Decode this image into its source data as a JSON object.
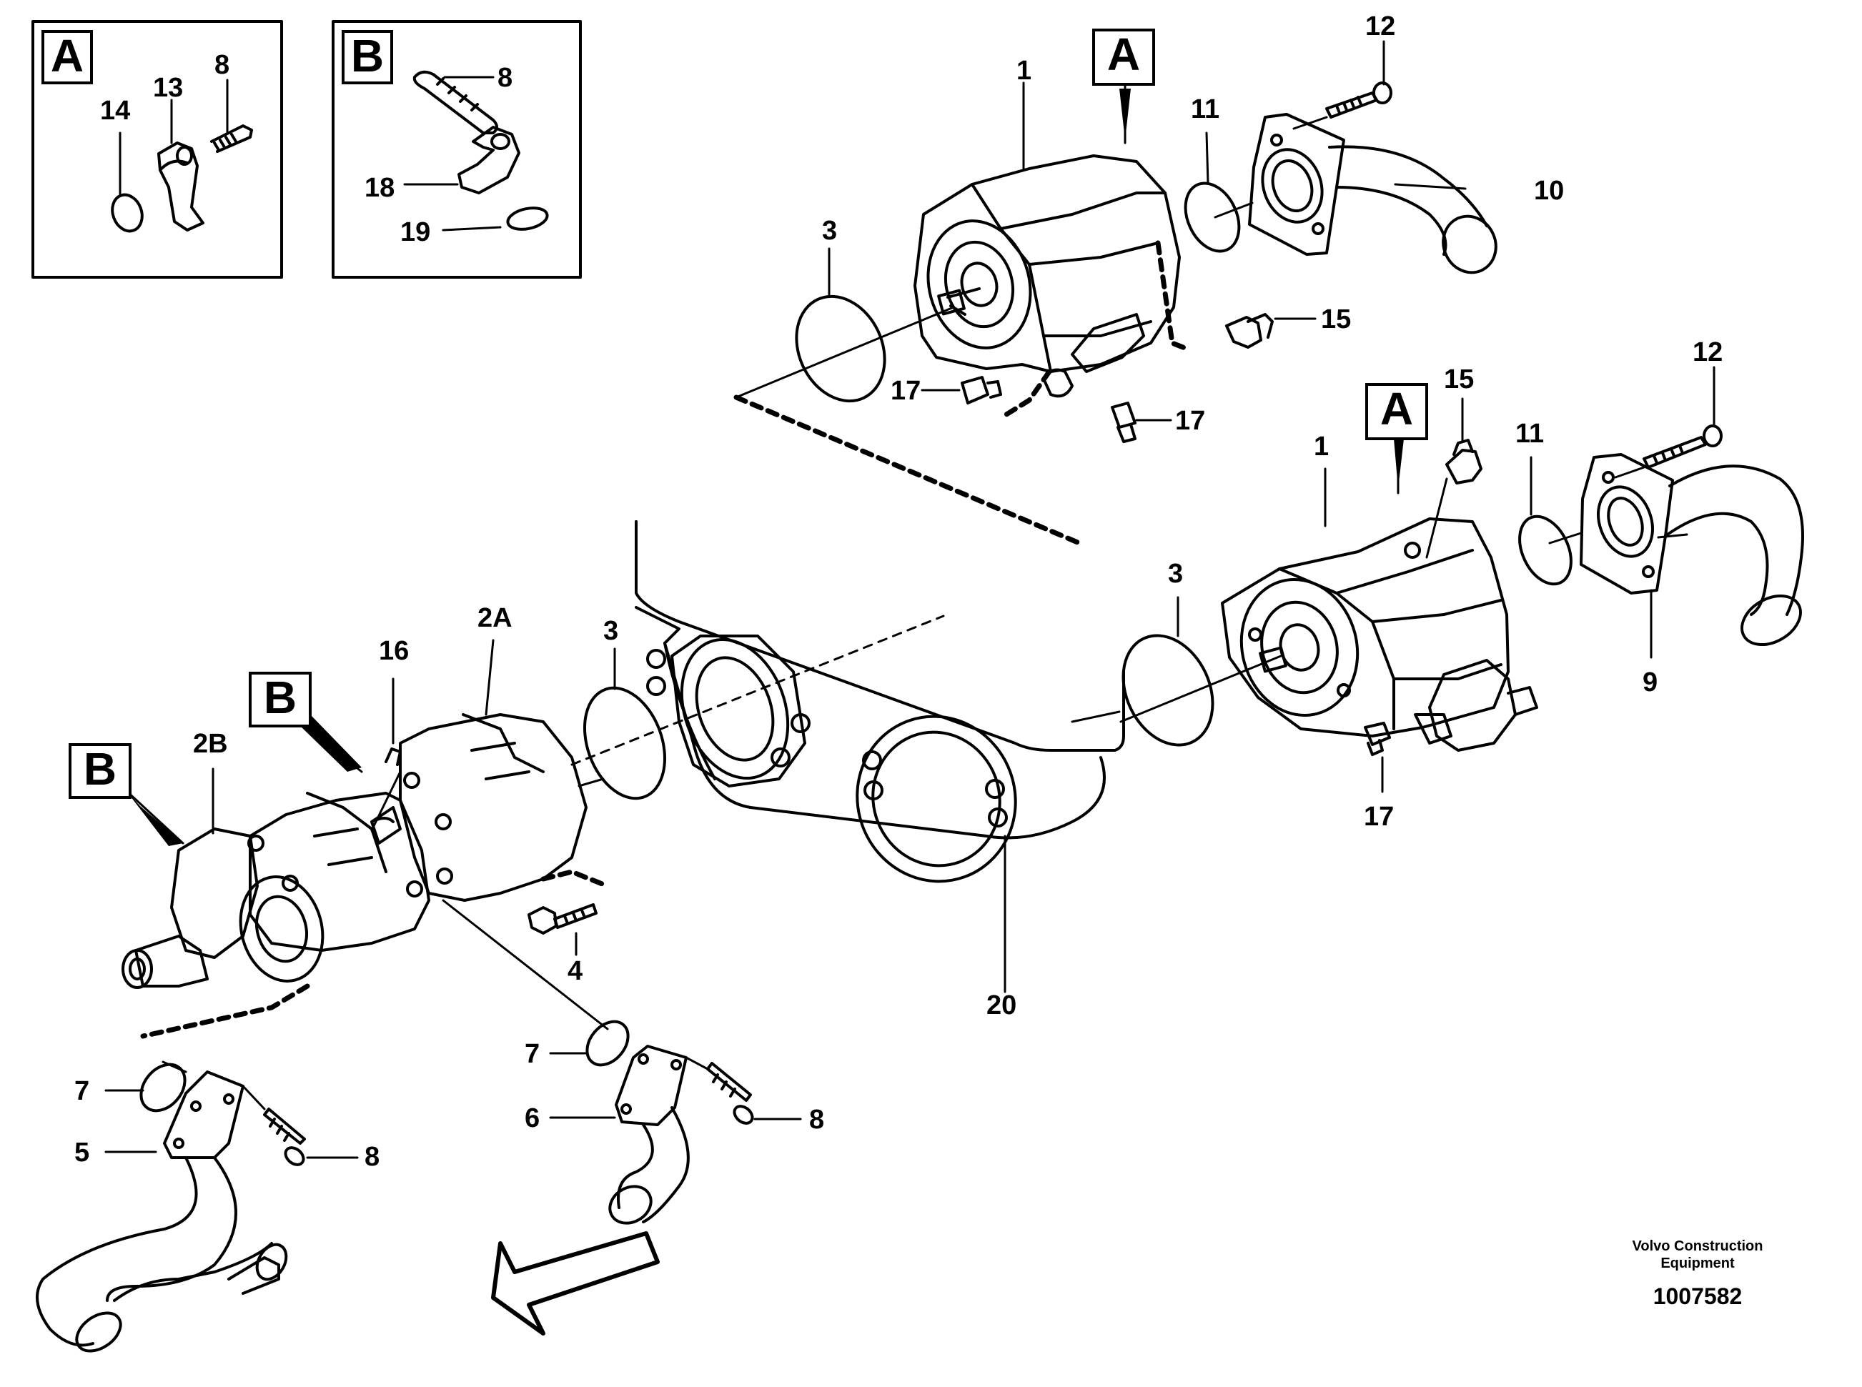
{
  "inset_a": {
    "letter": "A",
    "labels": {
      "p14": "14",
      "p13": "13",
      "p8": "8"
    }
  },
  "inset_b": {
    "letter": "B",
    "labels": {
      "p8": "8",
      "p18": "18",
      "p19": "19"
    }
  },
  "callouts": {
    "pump_top_view": "A",
    "pump_right_view": "A",
    "pump2b_view": "B",
    "pump2a_view": "B"
  },
  "parts": {
    "top_1": "1",
    "top_3": "3",
    "top_11": "11",
    "top_12": "12",
    "top_10": "10",
    "top_15": "15",
    "top_17a": "17",
    "top_17b": "17",
    "right_1": "1",
    "right_3": "3",
    "right_11": "11",
    "right_12": "12",
    "right_9": "9",
    "right_15": "15",
    "right_17": "17",
    "p16": "16",
    "p2A": "2A",
    "p2B": "2B",
    "p3": "3",
    "p4": "4",
    "p20": "20",
    "p7a": "7",
    "p5": "5",
    "p8a": "8",
    "p7b": "7",
    "p6": "6",
    "p8b": "8"
  },
  "credit": {
    "line1": "Volvo Construction",
    "line2": "Equipment",
    "number": "1007582"
  }
}
